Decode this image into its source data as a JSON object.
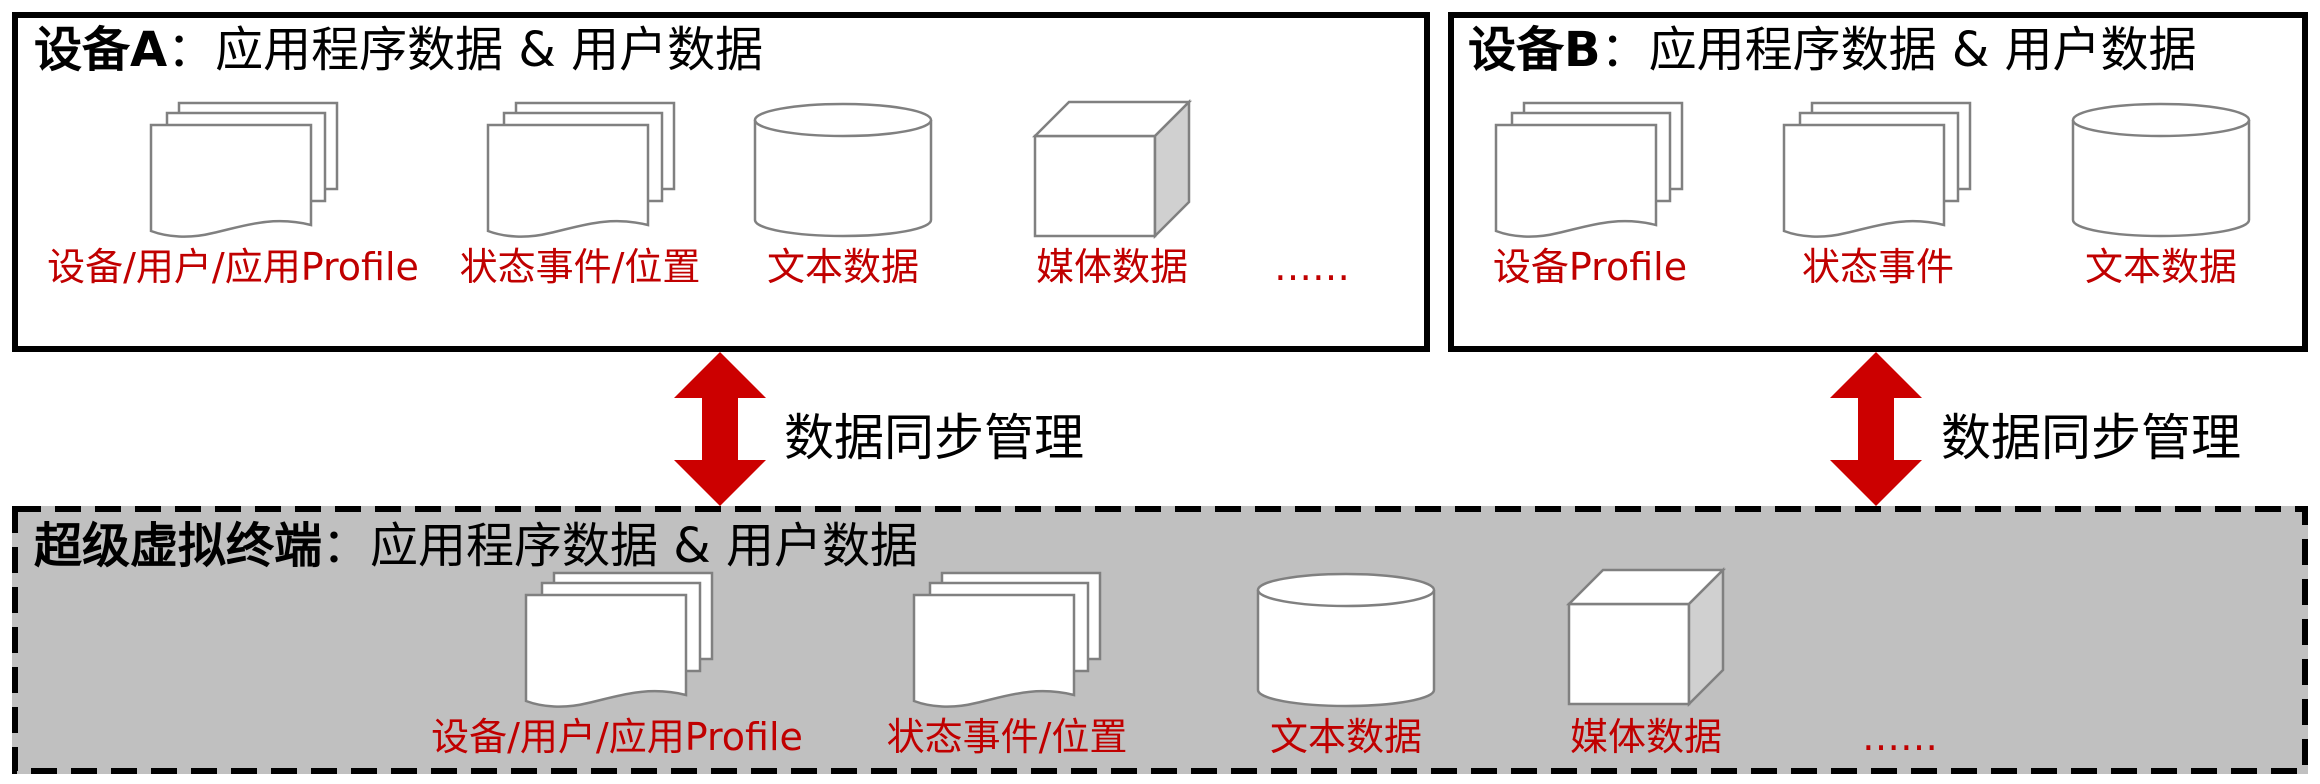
{
  "device_a": {
    "name": "设备A",
    "colon": "：",
    "subtitle": "应用程序数据 & 用户数据",
    "items": [
      {
        "icon": "document-stack-icon",
        "label": "设备/用户/应用Profile"
      },
      {
        "icon": "document-stack-icon",
        "label": "状态事件/位置"
      },
      {
        "icon": "database-cylinder-icon",
        "label": "文本数据"
      },
      {
        "icon": "cube-icon",
        "label": "媒体数据"
      },
      {
        "label": "……"
      }
    ]
  },
  "device_b": {
    "name": "设备B",
    "colon": "：",
    "subtitle": "应用程序数据 & 用户数据",
    "items": [
      {
        "icon": "document-stack-icon",
        "label": "设备Profile"
      },
      {
        "icon": "document-stack-icon",
        "label": "状态事件"
      },
      {
        "icon": "database-cylinder-icon",
        "label": "文本数据"
      }
    ]
  },
  "sync": {
    "label_a": "数据同步管理",
    "label_b": "数据同步管理",
    "arrow_color": "#cc0000"
  },
  "virtual_terminal": {
    "name": "超级虚拟终端",
    "colon": "：",
    "subtitle": "应用程序数据 & 用户数据",
    "items": [
      {
        "icon": "document-stack-icon",
        "label": "设备/用户/应用Profile"
      },
      {
        "icon": "document-stack-icon",
        "label": "状态事件/位置"
      },
      {
        "icon": "database-cylinder-icon",
        "label": "文本数据"
      },
      {
        "icon": "cube-icon",
        "label": "媒体数据"
      },
      {
        "label": "……"
      }
    ]
  },
  "colors": {
    "label_red": "#c00000",
    "panel_gray": "#c0c0c0",
    "icon_stroke": "#808080"
  }
}
